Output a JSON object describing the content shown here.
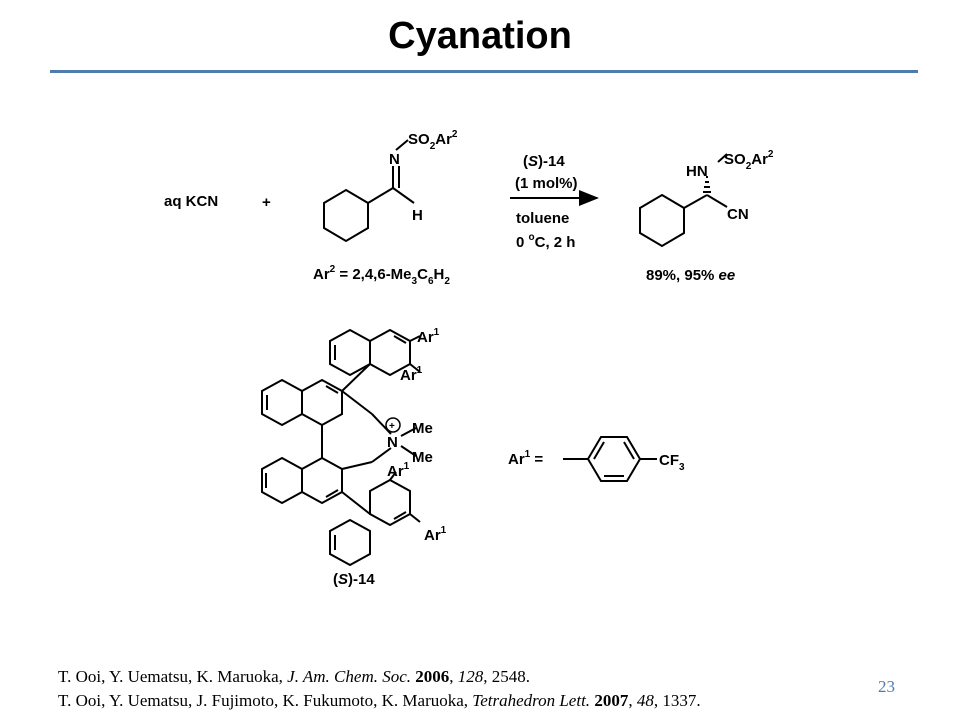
{
  "slide": {
    "title": "Cyanation",
    "page_number": "23"
  },
  "reaction": {
    "reagent": "aq KCN",
    "plus": "+",
    "imine_N": "N",
    "imine_H": "H",
    "sulfonyl": {
      "main": "SO",
      "sub2": "2",
      "ar": "Ar",
      "sup": "2"
    },
    "ar2_definition": {
      "a": "Ar",
      "sup": "2",
      "b": " = 2,4,6-Me",
      "sub3": "3",
      "c": "C",
      "sub6": "6",
      "d": "H",
      "sub2": "2"
    },
    "conditions_top": {
      "open": "(",
      "s": "S",
      "close": ")-14"
    },
    "conditions_loading": "(1 mol%)",
    "conditions_solvent": "toluene",
    "conditions_temp": {
      "a": "0 ",
      "sup": "o",
      "b": "C, 2 h"
    },
    "product_HN": "HN",
    "product_CN": "CN",
    "product_yield": {
      "a": "89%, 95% ",
      "ee": "ee"
    }
  },
  "catalyst": {
    "ar1_label": {
      "a": "Ar",
      "sup": "1"
    },
    "N": "N",
    "me1": "Me",
    "me2": "Me",
    "charge": "+",
    "label": {
      "open": "(",
      "s": "S",
      "close": ")-14"
    },
    "ar1_definition": {
      "a": "Ar",
      "sup": "1",
      "b": " ="
    },
    "cf3": {
      "a": "CF",
      "sub": "3"
    }
  },
  "references": [
    {
      "authors": "T. Ooi, Y. Uematsu, K. Maruoka, ",
      "journal": "J. Am. Chem. Soc.",
      "year": "2006",
      "volume": "128",
      "pages": ", 2548."
    },
    {
      "authors": "T. Ooi, Y. Uematsu, J. Fujimoto, K. Fukumoto, K. Maruoka, ",
      "journal": "Tetrahedron Lett.",
      "year": "2007",
      "volume": "48",
      "pages": ", 1337."
    }
  ],
  "colors": {
    "accent": "#4f7cac",
    "text": "#000000",
    "background": "#ffffff"
  }
}
